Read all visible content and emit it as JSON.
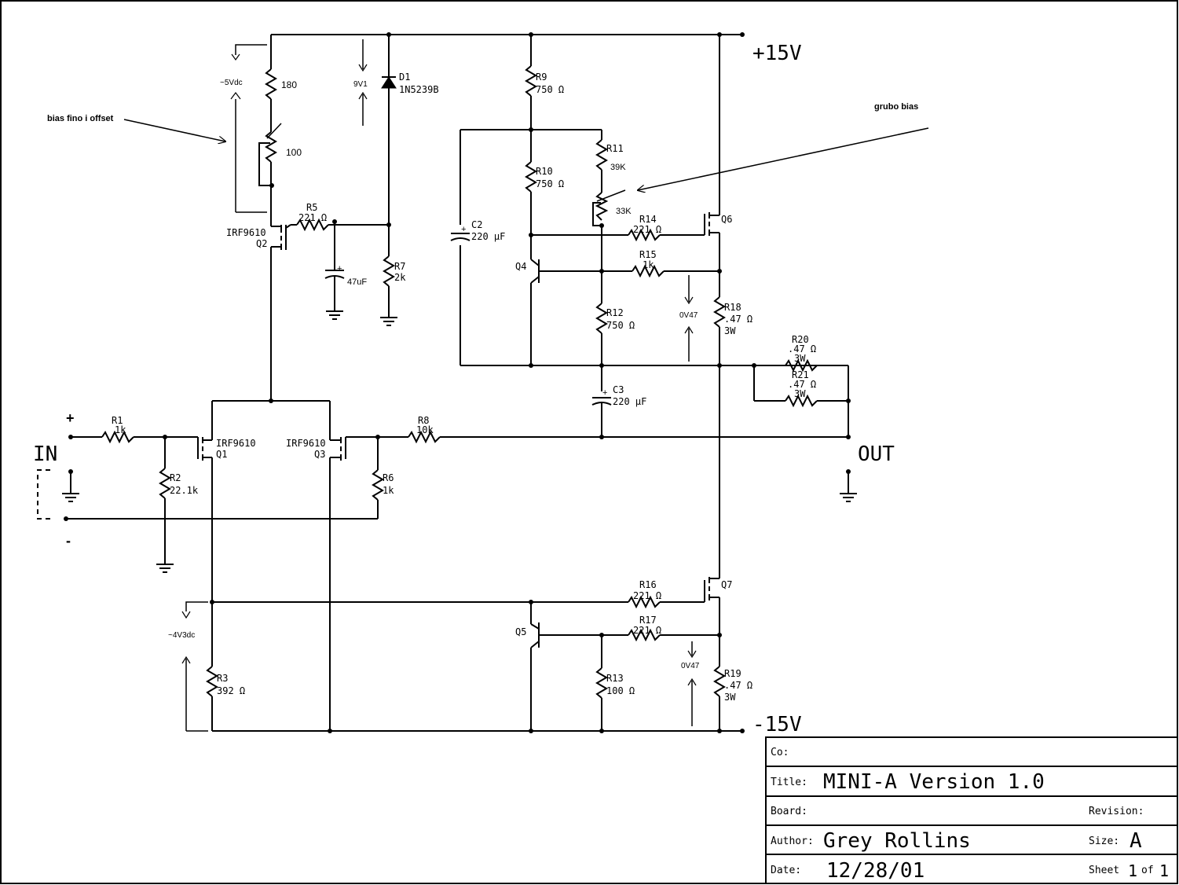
{
  "rails": {
    "positive": "+15V",
    "negative": "-15V"
  },
  "io": {
    "input": "IN",
    "output": "OUT",
    "plus": "+",
    "minus": "-"
  },
  "annotations": {
    "v5dc": "~5Vdc",
    "bias_fine": "bias fino i offset",
    "coarse_bias": "grubo bias",
    "v9v1": "9V1",
    "v0v47_top": "0V47",
    "v0v47_bottom": "0V47",
    "v4v3dc": "~4V3dc"
  },
  "components": {
    "r180": {
      "value": "180"
    },
    "p100": {
      "value": "100"
    },
    "d1": {
      "ref": "D1",
      "part": "1N5239B"
    },
    "r5": {
      "ref": "R5",
      "value": "221 Ω"
    },
    "q2": {
      "part": "IRF9610",
      "ref": "Q2"
    },
    "c47": {
      "value": "47uF",
      "polarity": "+"
    },
    "r7": {
      "ref": "R7",
      "value": "2k"
    },
    "r9": {
      "ref": "R9",
      "value": "750 Ω"
    },
    "r10": {
      "ref": "R10",
      "value": "750 Ω"
    },
    "r11": {
      "ref": "R11",
      "value": "39K"
    },
    "p33k": {
      "value": "33K"
    },
    "c2": {
      "ref": "C2",
      "value": "220 µF",
      "polarity": "+"
    },
    "q4": {
      "ref": "Q4"
    },
    "r14": {
      "ref": "R14",
      "value": "221 Ω"
    },
    "q6": {
      "ref": "Q6"
    },
    "r15": {
      "ref": "R15",
      "value": "1k"
    },
    "r18": {
      "ref": "R18",
      "value": ".47 Ω",
      "power": "3W"
    },
    "r12": {
      "ref": "R12",
      "value": "750 Ω"
    },
    "r20": {
      "ref": "R20",
      "value": ".47 Ω",
      "power": "3W"
    },
    "r21": {
      "ref": "R21",
      "value": ".47 Ω",
      "power": "3W"
    },
    "c3": {
      "ref": "C3",
      "value": "220 µF",
      "polarity": "+"
    },
    "r1": {
      "ref": "R1",
      "value": "1k"
    },
    "r2": {
      "ref": "R2",
      "value": "22.1k"
    },
    "q1": {
      "part": "IRF9610",
      "ref": "Q1"
    },
    "q3": {
      "part": "IRF9610",
      "ref": "Q3"
    },
    "r6": {
      "ref": "R6",
      "value": "1k"
    },
    "r8": {
      "ref": "R8",
      "value": "10k"
    },
    "q5": {
      "ref": "Q5"
    },
    "r16": {
      "ref": "R16",
      "value": "221 Ω"
    },
    "q7": {
      "ref": "Q7"
    },
    "r17": {
      "ref": "R17",
      "value": "221 Ω"
    },
    "r13": {
      "ref": "R13",
      "value": "100 Ω"
    },
    "r19": {
      "ref": "R19",
      "value": ".47 Ω",
      "power": "3W"
    },
    "r3": {
      "ref": "R3",
      "value": "392 Ω"
    }
  },
  "title_block": {
    "company_label": "Co:",
    "company": "",
    "title_label": "Title:",
    "title": "MINI-A Version 1.0",
    "board_label": "Board:",
    "board": "",
    "revision_label": "Revision:",
    "revision": "",
    "author_label": "Author:",
    "author": "Grey Rollins",
    "size_label": "Size:",
    "size": "A",
    "date_label": "Date:",
    "date": "12/28/01",
    "sheet_label": "Sheet",
    "sheet": "1",
    "of_label": "of",
    "sheets": "1"
  }
}
